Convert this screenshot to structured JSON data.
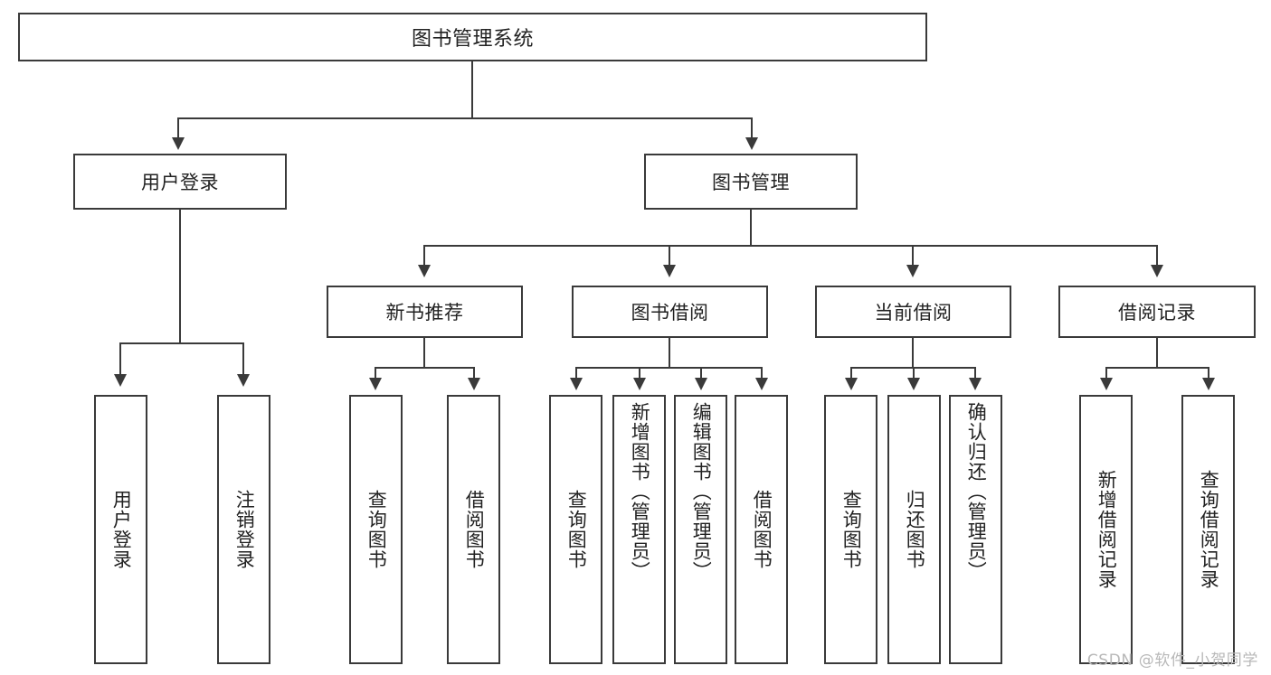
{
  "diagram": {
    "title": "图书管理系统",
    "type": "functional-structure-tree",
    "root": {
      "label": "图书管理系统"
    },
    "level2": [
      {
        "label": "用户登录"
      },
      {
        "label": "图书管理"
      }
    ],
    "level3": [
      {
        "label": "新书推荐"
      },
      {
        "label": "图书借阅"
      },
      {
        "label": "当前借阅"
      },
      {
        "label": "借阅记录"
      }
    ],
    "leaves": {
      "user_login": [
        {
          "label": "用户登录"
        },
        {
          "label": "注销登录"
        }
      ],
      "new_book_recommend": [
        {
          "label": "查询图书"
        },
        {
          "label": "借阅图书"
        }
      ],
      "book_borrow": [
        {
          "label": "查询图书"
        },
        {
          "label": "新增图书（管理员）"
        },
        {
          "label": "编辑图书（管理员）"
        },
        {
          "label": "借阅图书"
        }
      ],
      "current_borrow": [
        {
          "label": "查询图书"
        },
        {
          "label": "归还图书"
        },
        {
          "label": "确认归还（管理员）"
        }
      ],
      "borrow_record": [
        {
          "label": "新增借阅记录"
        },
        {
          "label": "查询借阅记录"
        }
      ]
    }
  },
  "watermark": {
    "text": "CSDN @软件_小贺同学"
  },
  "colors": {
    "stroke": "#3a3a3a",
    "background": "#ffffff",
    "text": "#222222",
    "watermark": "#b8b8b8"
  }
}
